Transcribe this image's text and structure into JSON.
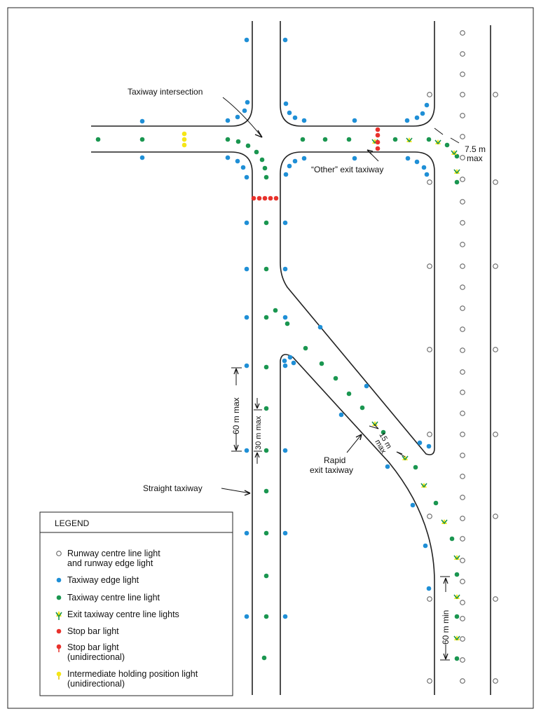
{
  "labels": {
    "taxiway_intersection": "Taxiway intersection",
    "other_exit": "“Other” exit taxiway",
    "dim_7_5_a": "7.5 m",
    "dim_7_5_b": "max",
    "dim_60_max": "60 m max",
    "dim_30_max": "30 m max",
    "dim_15_a": "15 m",
    "dim_15_b": "max",
    "rapid_a": "Rapid",
    "rapid_b": "exit taxiway",
    "straight": "Straight taxiway",
    "dim_60_min": "60 m min"
  },
  "legend": {
    "title": "LEGEND",
    "items": [
      {
        "key": "runway",
        "lines": [
          "Runway centre line light",
          "and runway edge light"
        ]
      },
      {
        "key": "edge",
        "lines": [
          "Taxiway edge light"
        ]
      },
      {
        "key": "centre",
        "lines": [
          "Taxiway centre line light"
        ]
      },
      {
        "key": "exit",
        "lines": [
          "Exit taxiway centre line lights"
        ]
      },
      {
        "key": "stopbar",
        "lines": [
          "Stop bar light"
        ]
      },
      {
        "key": "stopbar_uni",
        "lines": [
          "Stop bar light",
          "(unidirectional)"
        ]
      },
      {
        "key": "intermediate",
        "lines": [
          "Intermediate holding position light",
          "(unidirectional)"
        ]
      }
    ]
  },
  "colors": {
    "edge_light": "#1f8fd6",
    "centre_light": "#1a9650",
    "stop_bar": "#e8322c",
    "intermediate": "#f5e617",
    "runway_light": "#555555",
    "line": "#222222"
  }
}
